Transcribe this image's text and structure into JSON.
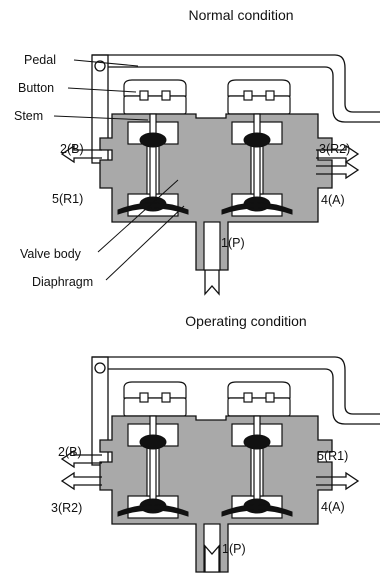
{
  "sections": [
    {
      "title": "Normal condition",
      "part_labels": [
        "Pedal",
        "Button",
        "Stem",
        "Valve body",
        "Diaphragm"
      ],
      "ports": {
        "left_upper": "2(B)",
        "left_lower": "5(R1)",
        "right_upper": "3(R2)",
        "right_lower": "4(A)",
        "bottom": "1(P)"
      }
    },
    {
      "title": "Operating condition",
      "ports": {
        "left_upper": "2(B)",
        "left_lower": "3(R2)",
        "right_upper": "5(R1)",
        "right_lower": "4(A)",
        "bottom": "1(P)"
      }
    }
  ],
  "colors": {
    "body_fill": "#a9a9a9",
    "line": "#111111",
    "dark_part": "#111111",
    "background": "#ffffff"
  }
}
